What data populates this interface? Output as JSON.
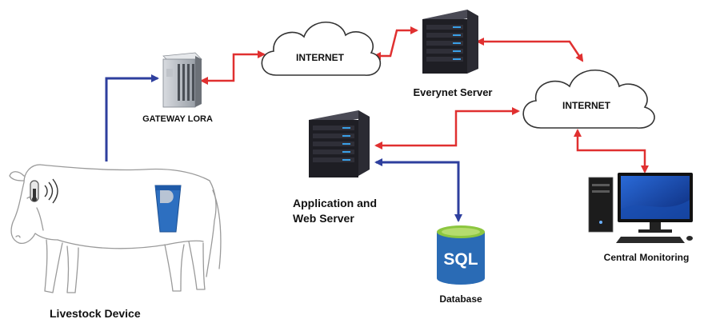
{
  "labels": {
    "internet_1": "INTERNET",
    "internet_2": "INTERNET",
    "everynet_server": "Everynet Server",
    "gateway": "GATEWAY LORA",
    "app_server_line1": "Application and",
    "app_server_line2": "Web Server",
    "database": "Database",
    "sql": "SQL",
    "central_monitoring": "Central Monitoring",
    "livestock_device": "Livestock Device"
  },
  "colors": {
    "internet_link": "#e03030",
    "local_link": "#2e3f9e",
    "server_body": "#1e1e24",
    "server_led": "#3aa0e8",
    "sql_cylinder": "#2a6bb5",
    "sql_top": "#8cc63f",
    "collar": "#2d6fc0"
  },
  "icons": {
    "cloud": "cloud-icon",
    "server": "server-icon",
    "gateway": "gateway-device-icon",
    "database": "database-icon",
    "computer": "desktop-computer-icon",
    "cow": "cow-icon"
  }
}
